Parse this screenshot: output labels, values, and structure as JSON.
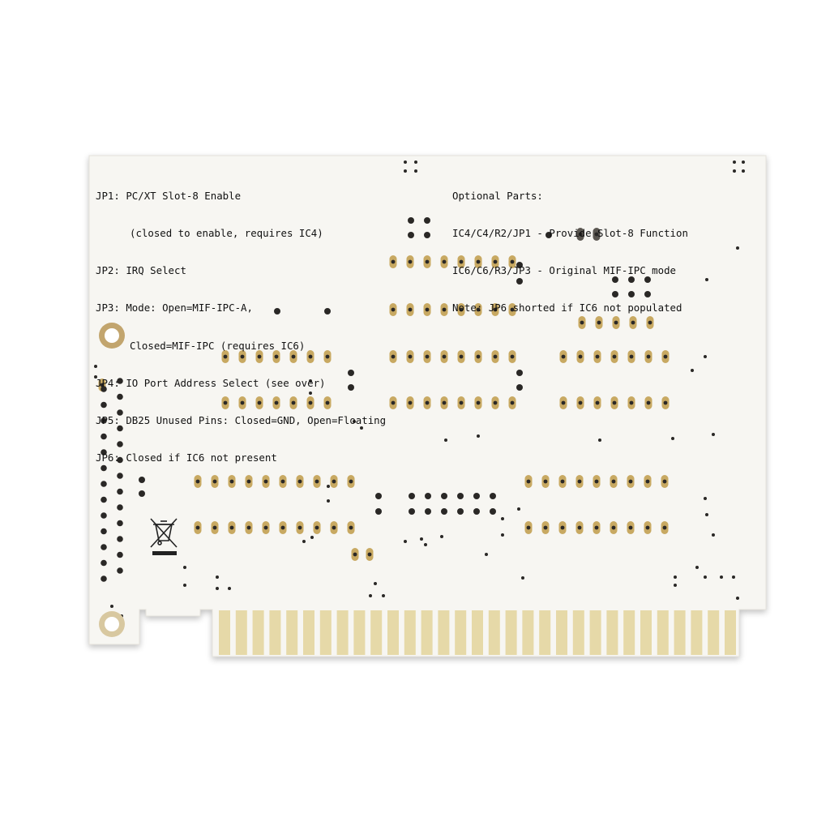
{
  "board": {
    "colors": {
      "board": "#f7f6f2",
      "pad": "#c8a962",
      "via": "#2a2826",
      "text": "#111111",
      "gold": "#e6d9a8"
    }
  },
  "silkscreen": {
    "jumpers": [
      {
        "label": "JP1:",
        "text": "PC/XT Slot-8 Enable"
      },
      {
        "label": "",
        "text": "(closed to enable, requires IC4)"
      },
      {
        "label": "JP2:",
        "text": "IRQ Select"
      },
      {
        "label": "JP3:",
        "text": "Mode: Open=MIF-IPC-A,"
      },
      {
        "label": "",
        "text": "Closed=MIF-IPC (requires IC6)"
      },
      {
        "label": "JP4:",
        "text": "IO Port Address Select (see over)"
      },
      {
        "label": "JP5:",
        "text": "DB25 Unused Pins: Closed=GND, Open=Floating"
      },
      {
        "label": "JP6:",
        "text": "Closed if IC6 not present"
      }
    ],
    "optional": [
      "Optional Parts:",
      "IC4/C4/R2/JP1 - Provide Slot-8 Function",
      "IC6/C6/R3/JP3 - Original MIF-IPC mode",
      "Note: JP6 shorted if IC6 not populated"
    ]
  },
  "icons": {
    "weee": "crossed-out-wheelie-bin-icon"
  }
}
